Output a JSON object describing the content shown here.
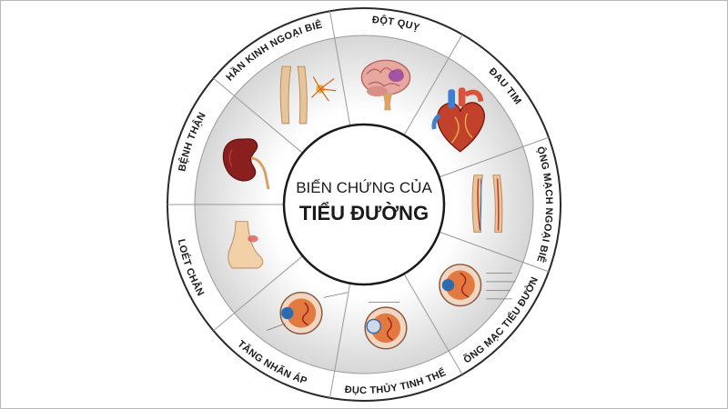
{
  "title": {
    "line1": "BIẾN CHỨNG CỦA",
    "line2": "TIỂU ĐƯỜNG"
  },
  "segments": [
    {
      "label": "ĐỘT QUỴ",
      "icon": "brain-icon"
    },
    {
      "label": "ĐAU TIM",
      "icon": "heart-icon"
    },
    {
      "label": "ĐỘNG MẠCH NGOẠI BIÊN",
      "icon": "leg-arteries-icon"
    },
    {
      "label": "VÕNG MẠC TIỂU ĐƯỜNG",
      "icon": "retina-eye-icon"
    },
    {
      "label": "ĐỤC THỦY TINH THỂ",
      "icon": "cataract-eye-icon"
    },
    {
      "label": "TĂNG NHÃN ÁP",
      "icon": "glaucoma-eye-icon"
    },
    {
      "label": "LOÉT CHÂN",
      "icon": "foot-ulcer-icon"
    },
    {
      "label": "BỆNH THẬN",
      "icon": "kidney-icon"
    },
    {
      "label": "THẦN KINH NGOẠI BIÊN",
      "icon": "nerve-legs-icon"
    }
  ],
  "colors": {
    "ring_border": "#2a2a2a",
    "segment_light": "#ffffff",
    "segment_shade": "#dcdcdc",
    "center_fill": "#ffffff"
  }
}
